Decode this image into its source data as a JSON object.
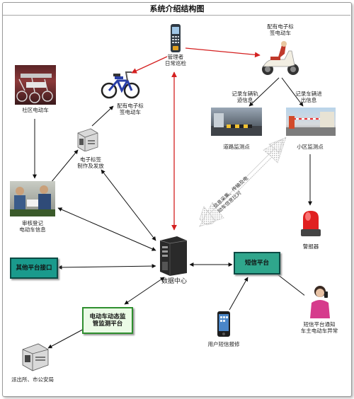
{
  "title": "系统介绍结构图",
  "nodes": {
    "manager": "管理者\n日常巡检",
    "ebike_tagged_right": "配有电子标\n签电动车",
    "ebike_tagged_mid": "配有电子标\n签电动车",
    "community_ebike": "社区电动车",
    "tag_issue": "电子标签\n制作及发放",
    "register": "审核登记\n电动车信息",
    "road_track": "记录车辆轨\n迹信息",
    "road_point": "道路监测点",
    "inout_record": "记录车辆进\n出信息",
    "community_point": "小区监测点",
    "alarm": "警报器",
    "data_center": "数据中心",
    "other_platform": "其他平台接口",
    "sms_platform": "短信平台",
    "monitor_platform": "电动车动态监\n管监测平台",
    "police": "派出所、市公安局",
    "user_sms": "用户短信报修",
    "sms_notify": "短信平台通知\n车主电动车异常"
  },
  "flow_tag": "信息采集、传输及电\n动车信息比对",
  "colors": {
    "red_arrow": "#d42020",
    "black_arrow": "#111111",
    "teal_box": "#1a9a8c",
    "green_box": "#ebfbe6"
  },
  "icons": [
    "handheld-reader-icon",
    "scooter-icon",
    "bicycle-icon",
    "server-icon",
    "siren-icon",
    "phone-icon",
    "computer-icon"
  ]
}
